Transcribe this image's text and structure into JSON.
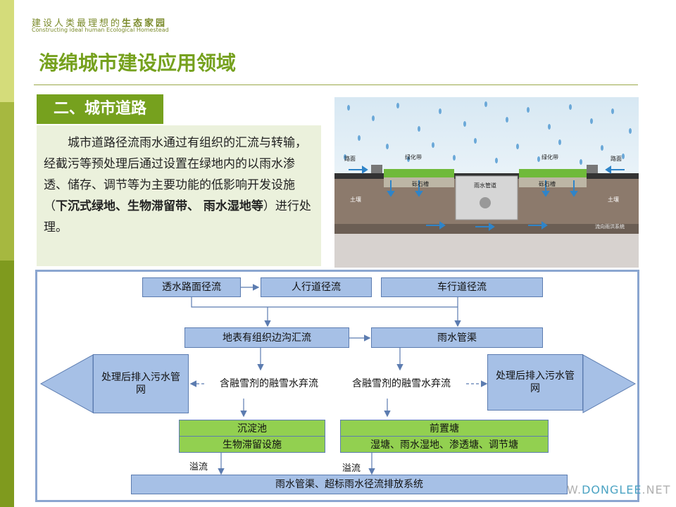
{
  "header": {
    "slogan_cn_1": "建设人类最理想的",
    "slogan_cn_2": "生态家园",
    "slogan_en": "Constructing ideal human Ecological Homestead"
  },
  "page_title": "海绵城市建设应用领域",
  "section_tag": "二、城市道路",
  "description": {
    "text_plain": "城市道路径流雨水通过有组织的汇流与转输，经截污等预处理后通过设置在绿地内的以雨水渗透、储存、调节等为主要功能的低影响开发设施（",
    "text_bold": "下沉式绿地、生物滞留带、 雨水湿地等",
    "text_tail": "）进行处理。"
  },
  "illustration": {
    "label_road_left": "路面",
    "label_green_left": "绿化带",
    "label_gravel_left": "砾石槽",
    "label_soil_left": "土壤",
    "label_pipe": "雨水管道",
    "label_green_right": "绿化带",
    "label_road_right": "路面",
    "label_gravel_right": "砾石槽",
    "label_soil_right": "土壤",
    "label_flow": "流向雨洪系统"
  },
  "flow": {
    "permeable_runoff": "透水路面径流",
    "sidewalk_runoff": "人行道径流",
    "roadway_runoff": "车行道径流",
    "surface_ditch": "地表有组织边沟汇流",
    "rain_pipe": "雨水管渠",
    "treated_sewer_left": "处理后排入污水管网",
    "treated_sewer_right": "处理后排入污水管网",
    "snowmelt_left": "含融雪剂的融雪水弃流",
    "snowmelt_right": "含融雪剂的融雪水弃流",
    "sediment_pond": "沉淀池",
    "bio_retention": "生物滞留设施",
    "pre_pond": "前置塘",
    "wetland_list": "湿塘、雨水湿地、渗透塘、调节塘",
    "overflow_left": "溢流",
    "overflow_right": "溢流",
    "drainage_system": "雨水管渠、超标雨水径流排放系统"
  },
  "watermark": {
    "prefix": "W.",
    "accent": "DONGLEE",
    "suffix": ".NET"
  },
  "colors": {
    "brand_green": "#76a11e",
    "node_blue": "#a6c0e6",
    "node_green": "#92d050",
    "frame_blue": "#8ba6d0"
  }
}
